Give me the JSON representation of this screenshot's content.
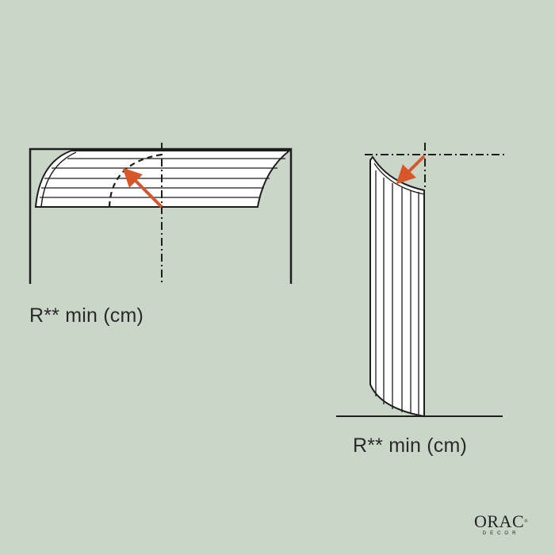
{
  "labels": {
    "left_caption": "R** min (cm)",
    "right_caption": "R** min (cm)"
  },
  "logo": {
    "brand": "ORAC",
    "registered": "®",
    "sub": "DECOR"
  },
  "colors": {
    "background": "#c9d6c8",
    "line": "#1e1e1e",
    "arrow": "#d8572a",
    "fill": "#ffffff"
  }
}
